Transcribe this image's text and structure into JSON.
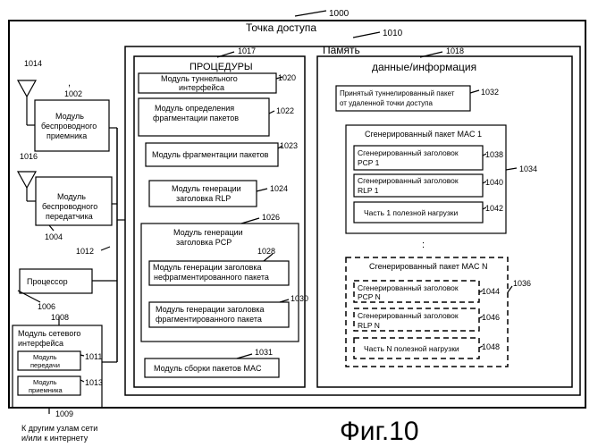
{
  "figure": {
    "caption": "Фиг.10",
    "ref_access_point": "1000",
    "access_point_title": "Точка доступа",
    "ref_memory": "1010",
    "memory_title": "Память",
    "footer_label_1": "К другим узлам сети",
    "footer_label_2": "и/или к интернету",
    "ref_footer": "1009",
    "ref_bus": "1012"
  },
  "left": {
    "antenna_rx_ref": "1014",
    "antenna_tx_ref": "1016",
    "rx_tick": ",",
    "rx_ref": "1002",
    "rx_label": [
      "Модуль",
      "беспроводного",
      "приемника"
    ],
    "tx_ref": "1004",
    "tx_label": [
      "Модуль",
      "беспроводного",
      "передатчика"
    ],
    "processor_label": "Процессор",
    "processor_ref": "1006",
    "netif_ref": "1008",
    "netif_label": [
      "Модуль сетевого",
      "интерфейса"
    ],
    "netif_tx_label": [
      "Модуль",
      "передачи"
    ],
    "netif_tx_ref": "1011",
    "netif_rx_label": [
      "Модуль",
      "приемника"
    ],
    "netif_rx_ref": "1013"
  },
  "procedures": {
    "ref": "1017",
    "title": "ПРОЦЕДУРЫ",
    "tunnel_label": [
      "Модуль туннельного",
      "интерфейса"
    ],
    "tunnel_ref": "1020",
    "frag_det_label": [
      "Модуль определения",
      "фрагментации пакетов"
    ],
    "frag_det_ref": "1022",
    "frag_label": "Модуль фрагментации пакетов",
    "frag_ref": "1023",
    "rlp_label": [
      "Модуль генерации",
      "заголовка RLP"
    ],
    "rlp_ref": "1024",
    "pcp_ref": "1026",
    "pcp_label": [
      "Модуль генерации",
      "заголовка PCP"
    ],
    "unfrag_ref": "1028",
    "unfrag_label": [
      "Модуль генерации заголовка",
      "нефрагментированного пакета"
    ],
    "frag_hdr_ref": "1030",
    "frag_hdr_label": [
      "Модуль генерации заголовка",
      "фрагментированного пакета"
    ],
    "mac_label": "Модуль сборки пакетов MAC",
    "mac_ref": "1031"
  },
  "data_info": {
    "ref": "1018",
    "title": "данные/информация",
    "received_label": [
      "Принятый туннелированный пакет",
      "от удаленной точки доступа"
    ],
    "received_ref": "1032",
    "mac1_title": "Сгенерированный пакет MAC 1",
    "mac1_ref": "1034",
    "pcp1_label": [
      "Сгенерированный заголовок",
      "PCP 1"
    ],
    "pcp1_ref": "1038",
    "rlp1_label": [
      "Сгенерированный заголовок",
      "RLP 1"
    ],
    "rlp1_ref": "1040",
    "payload1_label": "Часть 1 полезной нагрузки",
    "payload1_ref": "1042",
    "ellipsis": ":",
    "macn_title": "Сгенерированный пакет MAC N",
    "macn_ref": "1036",
    "pcpn_label": [
      "Сгенерированный заголовок",
      "PCP N"
    ],
    "pcpn_ref": "1044",
    "rlpn_label": [
      "Сгенерированный заголовок",
      "RLP N"
    ],
    "rlpn_ref": "1046",
    "payloadn_label": "Часть N полезной нагрузки",
    "payloadn_ref": "1048"
  }
}
